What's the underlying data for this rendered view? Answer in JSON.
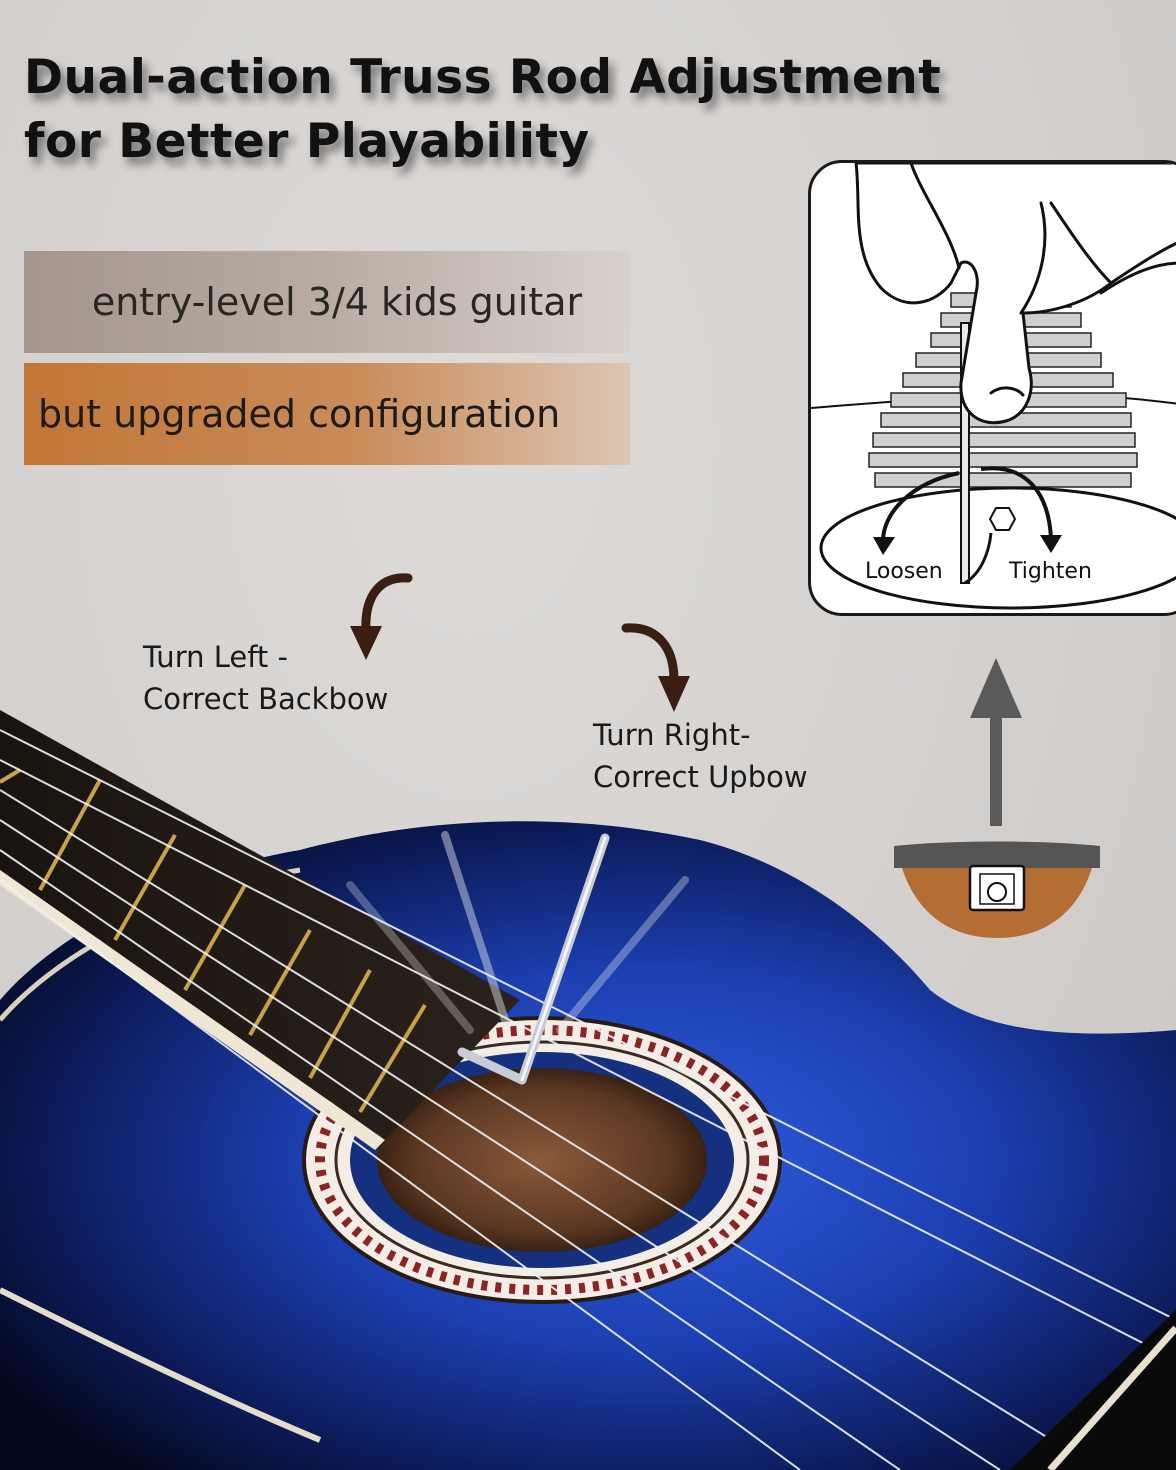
{
  "headline": {
    "line1": "Dual-action Truss Rod Adjustment",
    "line2": "for Better Playability"
  },
  "bands": {
    "band1": "entry-level 3/4 kids guitar",
    "band2": "but upgraded configuration"
  },
  "labels": {
    "left_line1": "Turn Left -",
    "left_line2": "Correct Backbow",
    "right_line1": "Turn Right-",
    "right_line2": "Correct Upbow"
  },
  "inset": {
    "loosen": "Loosen",
    "tighten": "Tighten"
  },
  "icons": {
    "turn_left": "curved-arrow-left-icon",
    "turn_right": "curved-arrow-right-icon",
    "direction": "up-arrow-icon"
  },
  "colors": {
    "background": "#d4d1cf",
    "band1": "#a4968c",
    "band2": "#c27636",
    "arrow_brown": "#3a1e12",
    "guitar_blue": "#1c3fb0",
    "socket_orange": "#b46e34"
  }
}
